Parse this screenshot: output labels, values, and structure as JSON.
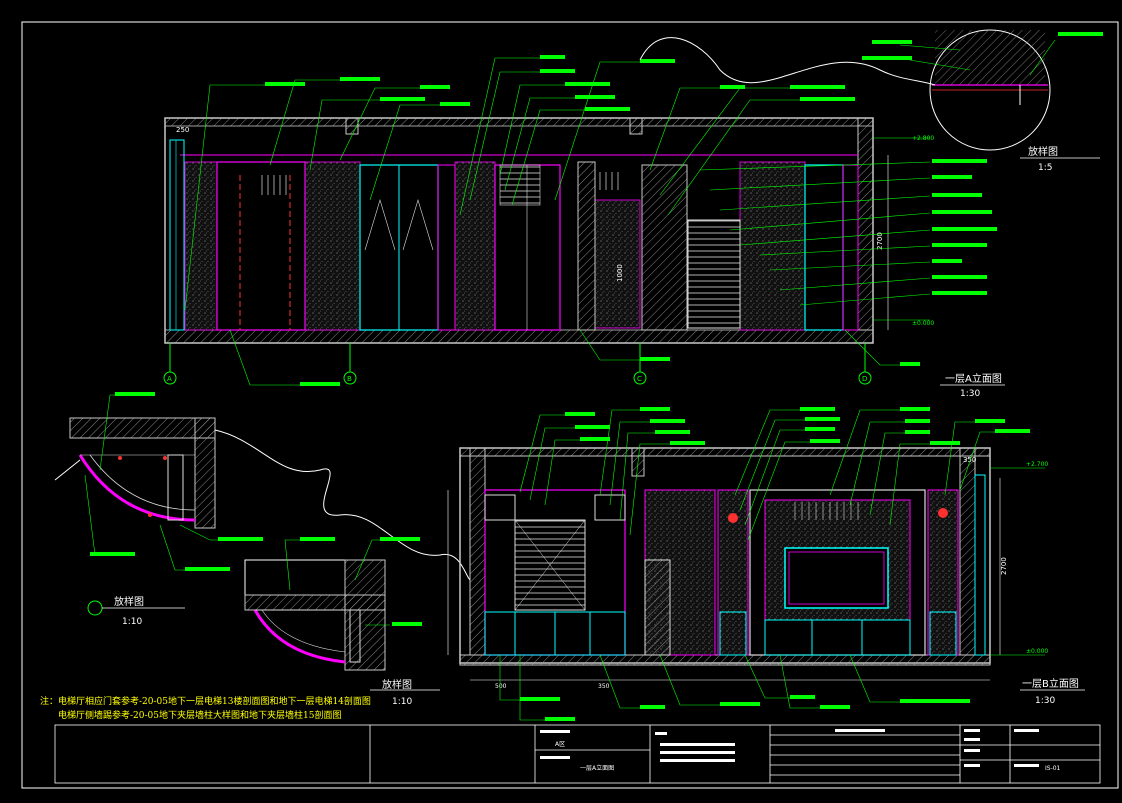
{
  "titles": {
    "elev_a": "一层A立面图",
    "elev_a_scale": "1:30",
    "elev_b": "一层B立面图",
    "elev_b_scale": "1:30",
    "detail_right": "放样图",
    "detail_right_scale": "1:5",
    "detail_left": "放样图",
    "detail_left_scale": "1:10",
    "detail_mid": "放样图",
    "detail_mid_scale": "1:10"
  },
  "notes": [
    "注：电梯厅相应门套参考-20-05地下一层电梯13楼剖面图和地下一层电梯14剖面图",
    "电梯厅侧墙踢参考-20-05地下夹层墙柱大样图和地下夹层墙柱15剖面图"
  ],
  "dims": {
    "a_left_top": "250",
    "a_height": "2700",
    "a_mid": "1000",
    "b_height": "2700",
    "b_right_top": "350",
    "b_bottom": "500",
    "b_bottom2": "350",
    "level_a_top": "+2.800",
    "level_a_bot": "±0.000",
    "level_b_top": "+2.700",
    "level_b_bot": "±0.000"
  },
  "axes": [
    "A",
    "B",
    "C",
    "D"
  ],
  "titleblock": {
    "drawing_name": "一层A立面图",
    "project": "A区",
    "sheet_no": "IS-01"
  },
  "colors": {
    "bg": "#000000",
    "frame": "#ffffff",
    "leader": "#00ff00",
    "wall": "#c8c8c8",
    "glass": "#00ffff",
    "accent": "#ff00ff",
    "red": "#ff3030",
    "yellow": "#ffff00"
  }
}
